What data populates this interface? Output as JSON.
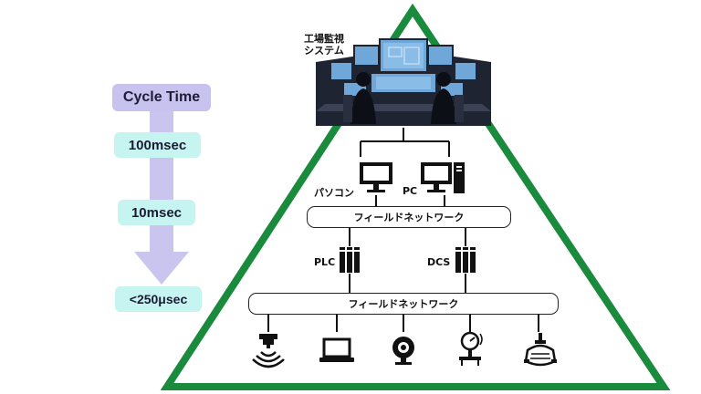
{
  "cycle_time": {
    "title": "Cycle Time",
    "steps": [
      "100msec",
      "10msec",
      "<250μsec"
    ]
  },
  "top": {
    "system_title_line1": "工場監視",
    "system_title_line2": "システム"
  },
  "computers": {
    "pc_left_label": "パソコン",
    "pc_right_label": "PC"
  },
  "networks": {
    "upper": "フィールドネットワーク",
    "lower": "フィールドネットワーク"
  },
  "controllers": {
    "left_label": "PLC",
    "right_label": "DCS"
  },
  "devices": {
    "icons": [
      "sensor-icon",
      "laptop-icon",
      "camera-icon",
      "gauge-icon",
      "motor-icon"
    ]
  },
  "colors": {
    "pyramid_green": "#1a8a3c",
    "cycle_title_bg": "#c7c3ee",
    "cycle_step_bg": "#c6f4f1",
    "arrow": "#c9c5ef",
    "monitor_blue": "#6fa7d8",
    "room_dark": "#1f2433"
  }
}
